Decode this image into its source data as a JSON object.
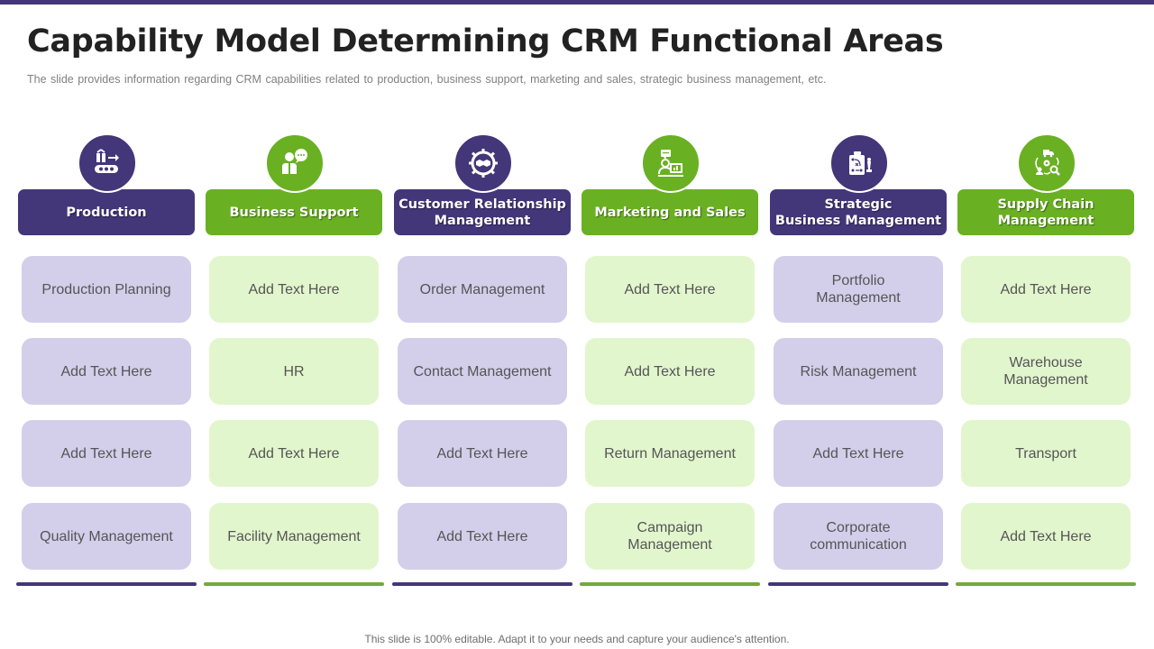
{
  "slide": {
    "title": "Capability Model Determining CRM Functional Areas",
    "subtitle": "The slide provides information regarding CRM capabilities related to production, business support, marketing and sales, strategic business management, etc.",
    "footer": "This slide is 100% editable. Adapt it to your needs and capture your audience's attention."
  },
  "colors": {
    "purple": "#433679",
    "green": "#6AB023",
    "purple_light": "#D3CEEA",
    "green_light": "#E2F6CD"
  },
  "columns": [
    {
      "header": "Production",
      "icon": "conveyor-belt-icon",
      "theme": "purple",
      "items": [
        "Production Planning",
        "Add Text Here",
        "Add Text Here",
        "Quality Management"
      ]
    },
    {
      "header": "Business Support",
      "icon": "support-person-chat-icon",
      "theme": "green",
      "items": [
        "Add Text Here",
        "HR",
        "Add Text Here",
        "Facility Management"
      ]
    },
    {
      "header": "Customer Relationship\nManagement",
      "icon": "handshake-gear-icon",
      "theme": "purple",
      "items": [
        "Order Management",
        "Contact Management",
        "Add Text Here",
        "Add Text Here"
      ]
    },
    {
      "header": "Marketing and Sales",
      "icon": "presenter-chart-icon",
      "theme": "green",
      "items": [
        "Add Text Here",
        "Add Text Here",
        "Return Management",
        "Campaign\nManagement"
      ]
    },
    {
      "header": "Strategic\nBusiness Management",
      "icon": "strategy-briefcase-chess-icon",
      "theme": "purple",
      "items": [
        "Portfolio\nManagement",
        "Risk Management",
        "Add Text Here",
        "Corporate\ncommunication"
      ]
    },
    {
      "header": "Supply Chain\nManagement",
      "icon": "supply-chain-cycle-icon",
      "theme": "green",
      "items": [
        "Add Text Here",
        "Warehouse\nManagement",
        "Transport",
        "Add Text Here"
      ]
    }
  ]
}
